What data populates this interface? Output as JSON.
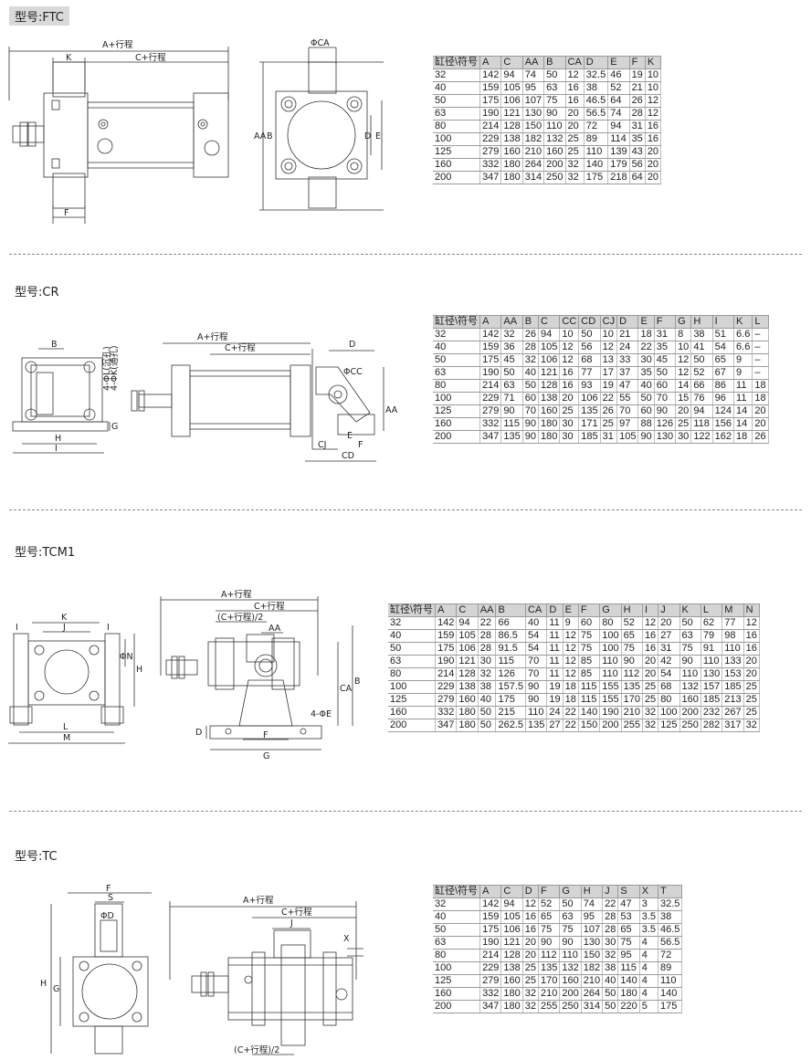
{
  "sections": [
    {
      "title": "型号:FTC",
      "headers": [
        "缸径\\符号",
        "A",
        "C",
        "AA",
        "B",
        "CA",
        "D",
        "E",
        "F",
        "K"
      ],
      "rows": [
        [
          "32",
          "142",
          "94",
          "74",
          "50",
          "12",
          "32.5",
          "46",
          "19",
          "10"
        ],
        [
          "40",
          "159",
          "105",
          "95",
          "63",
          "16",
          "38",
          "52",
          "21",
          "10"
        ],
        [
          "50",
          "175",
          "106",
          "107",
          "75",
          "16",
          "46.5",
          "64",
          "26",
          "12"
        ],
        [
          "63",
          "190",
          "121",
          "130",
          "90",
          "20",
          "56.5",
          "74",
          "28",
          "12"
        ],
        [
          "80",
          "214",
          "128",
          "150",
          "110",
          "20",
          "72",
          "94",
          "31",
          "16"
        ],
        [
          "100",
          "229",
          "138",
          "182",
          "132",
          "25",
          "89",
          "114",
          "35",
          "16"
        ],
        [
          "125",
          "279",
          "160",
          "210",
          "160",
          "25",
          "110",
          "139",
          "43",
          "20"
        ],
        [
          "160",
          "332",
          "180",
          "264",
          "200",
          "32",
          "140",
          "179",
          "56",
          "20"
        ],
        [
          "200",
          "347",
          "180",
          "314",
          "250",
          "32",
          "175",
          "218",
          "64",
          "20"
        ]
      ],
      "labels": [
        "A+行程",
        "K",
        "C+行程",
        "F",
        "ΦCA",
        "AA",
        "B",
        "D",
        "E"
      ]
    },
    {
      "title": "型号:CR",
      "headers": [
        "缸径\\符号",
        "A",
        "AA",
        "B",
        "C",
        "CC",
        "CD",
        "CJ",
        "D",
        "E",
        "F",
        "G",
        "H",
        "I",
        "K",
        "L"
      ],
      "rows": [
        [
          "32",
          "142",
          "32",
          "26",
          "94",
          "10",
          "50",
          "10",
          "21",
          "18",
          "31",
          "8",
          "38",
          "51",
          "6.6",
          "–"
        ],
        [
          "40",
          "159",
          "36",
          "28",
          "105",
          "12",
          "56",
          "12",
          "24",
          "22",
          "35",
          "10",
          "41",
          "54",
          "6.6",
          "–"
        ],
        [
          "50",
          "175",
          "45",
          "32",
          "106",
          "12",
          "68",
          "13",
          "33",
          "30",
          "45",
          "12",
          "50",
          "65",
          "9",
          "–"
        ],
        [
          "63",
          "190",
          "50",
          "40",
          "121",
          "16",
          "77",
          "17",
          "37",
          "35",
          "50",
          "12",
          "52",
          "67",
          "9",
          "–"
        ],
        [
          "80",
          "214",
          "63",
          "50",
          "128",
          "16",
          "93",
          "19",
          "47",
          "40",
          "60",
          "14",
          "66",
          "86",
          "11",
          "18"
        ],
        [
          "100",
          "229",
          "71",
          "60",
          "138",
          "20",
          "106",
          "22",
          "55",
          "50",
          "70",
          "15",
          "76",
          "96",
          "11",
          "18"
        ],
        [
          "125",
          "279",
          "90",
          "70",
          "160",
          "25",
          "135",
          "26",
          "70",
          "60",
          "90",
          "20",
          "94",
          "124",
          "14",
          "20"
        ],
        [
          "160",
          "332",
          "115",
          "90",
          "180",
          "30",
          "171",
          "25",
          "97",
          "88",
          "126",
          "25",
          "118",
          "156",
          "14",
          "20"
        ],
        [
          "200",
          "347",
          "135",
          "90",
          "180",
          "30",
          "185",
          "31",
          "105",
          "90",
          "130",
          "30",
          "122",
          "162",
          "18",
          "26"
        ]
      ],
      "labels": [
        "B",
        "4-ΦL(沉孔)",
        "4-ΦK(通孔)",
        "G",
        "H",
        "I",
        "A+行程",
        "C+行程",
        "D",
        "ΦCC",
        "AA",
        "CJ",
        "E",
        "F",
        "CD"
      ]
    },
    {
      "title": "型号:TCM1",
      "headers": [
        "缸径\\符号",
        "A",
        "C",
        "AA",
        "B",
        "CA",
        "D",
        "E",
        "F",
        "G",
        "H",
        "I",
        "J",
        "K",
        "L",
        "M",
        "N"
      ],
      "rows": [
        [
          "32",
          "142",
          "94",
          "22",
          "66",
          "40",
          "11",
          "9",
          "60",
          "80",
          "52",
          "12",
          "20",
          "50",
          "62",
          "77",
          "12"
        ],
        [
          "40",
          "159",
          "105",
          "28",
          "86.5",
          "54",
          "11",
          "12",
          "75",
          "100",
          "65",
          "16",
          "27",
          "63",
          "79",
          "98",
          "16"
        ],
        [
          "50",
          "175",
          "106",
          "28",
          "91.5",
          "54",
          "11",
          "12",
          "75",
          "100",
          "75",
          "16",
          "31",
          "75",
          "91",
          "110",
          "16"
        ],
        [
          "63",
          "190",
          "121",
          "30",
          "115",
          "70",
          "11",
          "12",
          "85",
          "110",
          "90",
          "20",
          "42",
          "90",
          "110",
          "133",
          "20"
        ],
        [
          "80",
          "214",
          "128",
          "32",
          "126",
          "70",
          "11",
          "12",
          "85",
          "110",
          "112",
          "20",
          "54",
          "110",
          "130",
          "153",
          "20"
        ],
        [
          "100",
          "229",
          "138",
          "38",
          "157.5",
          "90",
          "19",
          "18",
          "115",
          "155",
          "135",
          "25",
          "68",
          "132",
          "157",
          "185",
          "25"
        ],
        [
          "125",
          "279",
          "160",
          "40",
          "175",
          "90",
          "19",
          "18",
          "115",
          "155",
          "170",
          "25",
          "80",
          "160",
          "185",
          "213",
          "25"
        ],
        [
          "160",
          "332",
          "180",
          "50",
          "215",
          "110",
          "24",
          "22",
          "140",
          "190",
          "210",
          "32",
          "100",
          "200",
          "232",
          "267",
          "25"
        ],
        [
          "200",
          "347",
          "180",
          "50",
          "262.5",
          "135",
          "27",
          "22",
          "150",
          "200",
          "255",
          "32",
          "125",
          "250",
          "282",
          "317",
          "32"
        ]
      ],
      "labels": [
        "K",
        "J",
        "I",
        "I",
        "ΦN",
        "H",
        "L",
        "M",
        "A+行程",
        "C+行程",
        "(C+行程)/2",
        "AA",
        "B",
        "CA",
        "4-ΦE",
        "D",
        "F",
        "G"
      ]
    },
    {
      "title": "型号:TC",
      "headers": [
        "缸径\\符号",
        "A",
        "C",
        "D",
        "F",
        "G",
        "H",
        "J",
        "S",
        "X",
        "T"
      ],
      "rows": [
        [
          "32",
          "142",
          "94",
          "12",
          "52",
          "50",
          "74",
          "22",
          "47",
          "3",
          "32.5"
        ],
        [
          "40",
          "159",
          "105",
          "16",
          "65",
          "63",
          "95",
          "28",
          "53",
          "3.5",
          "38"
        ],
        [
          "50",
          "175",
          "106",
          "16",
          "75",
          "75",
          "107",
          "28",
          "65",
          "3.5",
          "46.5"
        ],
        [
          "63",
          "190",
          "121",
          "20",
          "90",
          "90",
          "130",
          "30",
          "75",
          "4",
          "56.5"
        ],
        [
          "80",
          "214",
          "128",
          "20",
          "112",
          "110",
          "150",
          "32",
          "95",
          "4",
          "72"
        ],
        [
          "100",
          "229",
          "138",
          "25",
          "135",
          "132",
          "182",
          "38",
          "115",
          "4",
          "89"
        ],
        [
          "125",
          "279",
          "160",
          "25",
          "170",
          "160",
          "210",
          "40",
          "140",
          "4",
          "110"
        ],
        [
          "160",
          "332",
          "180",
          "32",
          "210",
          "200",
          "264",
          "50",
          "180",
          "4",
          "140"
        ],
        [
          "200",
          "347",
          "180",
          "32",
          "255",
          "250",
          "314",
          "50",
          "220",
          "5",
          "175"
        ]
      ],
      "labels": [
        "F",
        "S",
        "ΦD",
        "H",
        "G",
        "A+行程",
        "C+行程",
        "J",
        "X",
        "(C+行程)/2"
      ]
    }
  ],
  "colors": {
    "header_bg": "#d4d4d4",
    "title_bg": "#d9d9d9",
    "line": "#333333",
    "dash": "#888888"
  }
}
